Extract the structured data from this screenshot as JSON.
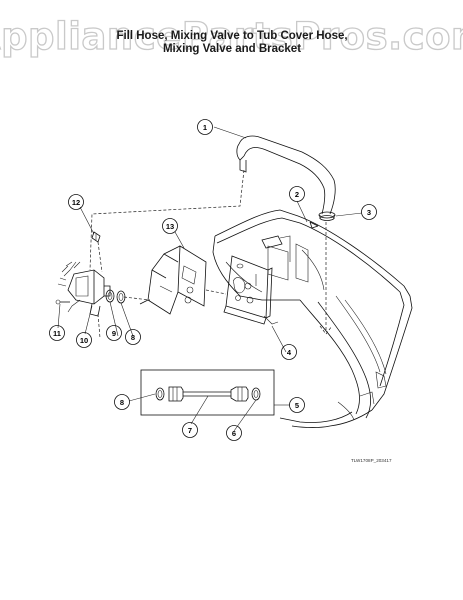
{
  "watermark": "AppliancePartsPros.com",
  "title": {
    "line1": "Fill Hose, Mixing Valve to Tub Cover Hose,",
    "line2": "Mixing Valve and Bracket"
  },
  "diagram_code": "TLW1708P_203417",
  "callouts": [
    {
      "id": "c1",
      "label": "1"
    },
    {
      "id": "c2",
      "label": "2"
    },
    {
      "id": "c3",
      "label": "3"
    },
    {
      "id": "c4",
      "label": "4"
    },
    {
      "id": "c5",
      "label": "5"
    },
    {
      "id": "c6",
      "label": "6"
    },
    {
      "id": "c7",
      "label": "7"
    },
    {
      "id": "c8a",
      "label": "8"
    },
    {
      "id": "c8b",
      "label": "8"
    },
    {
      "id": "c9",
      "label": "9"
    },
    {
      "id": "c10",
      "label": "10"
    },
    {
      "id": "c11",
      "label": "11"
    },
    {
      "id": "c12",
      "label": "12"
    },
    {
      "id": "c13",
      "label": "13"
    }
  ]
}
